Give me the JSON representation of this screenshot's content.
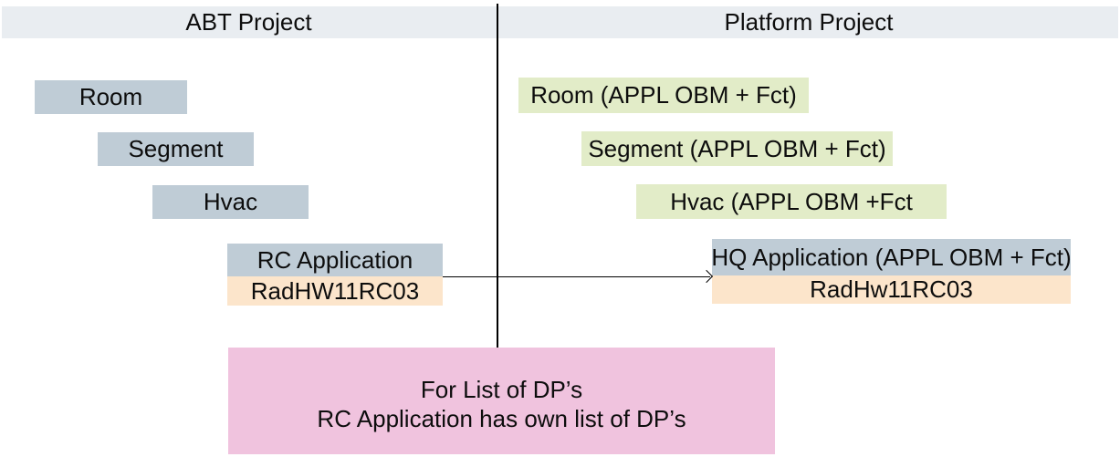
{
  "header": {
    "left_title": "ABT Project",
    "right_title": "Platform Project"
  },
  "left_column": {
    "boxes": [
      {
        "label": "Room"
      },
      {
        "label": "Segment"
      },
      {
        "label": "Hvac"
      },
      {
        "label": "RC Application"
      },
      {
        "label": "RadHW11RC03"
      }
    ]
  },
  "right_column": {
    "boxes": [
      {
        "label": "Room (APPL OBM + Fct)"
      },
      {
        "label": "Segment (APPL OBM + Fct)"
      },
      {
        "label": "Hvac (APPL OBM +Fct"
      },
      {
        "label": "HQ Application (APPL OBM + Fct)"
      },
      {
        "label": "RadHw11RC03"
      }
    ]
  },
  "note": {
    "line1": "For List of DP’s",
    "line2": "RC Application has own list of DP’s"
  },
  "colors": {
    "header_bg": "#e9edf1",
    "blue_box": "#bfccd6",
    "green_box": "#e2ecc8",
    "peach_box": "#fce5cb",
    "pink_box": "#f0c3de",
    "line": "#000000"
  }
}
